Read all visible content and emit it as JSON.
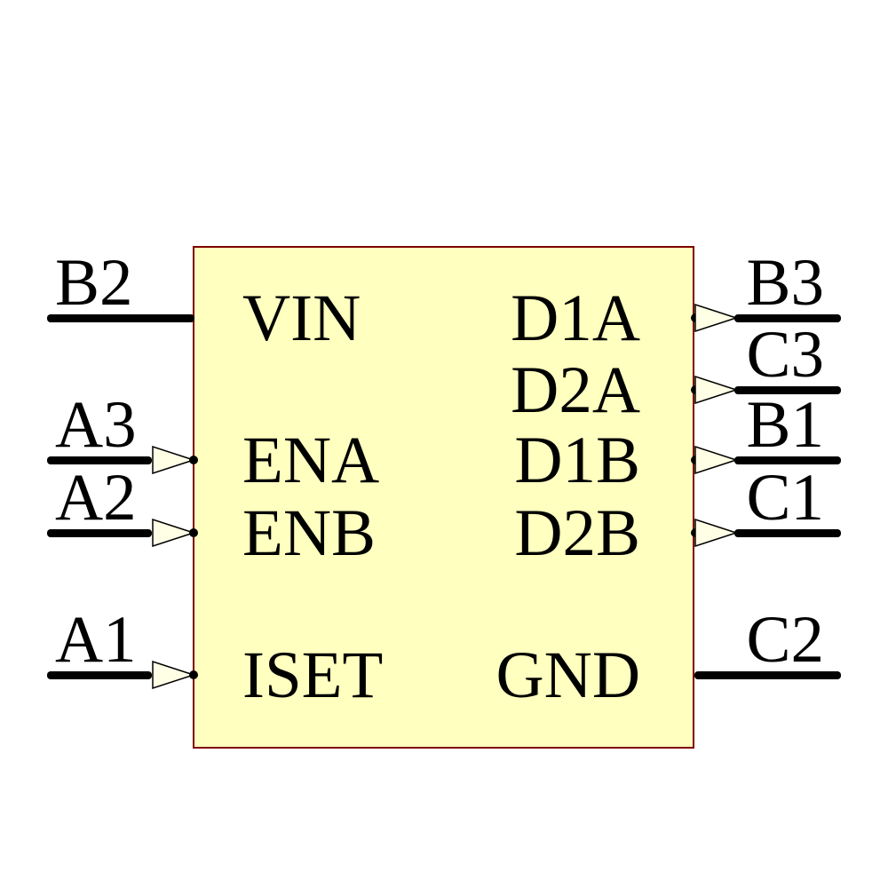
{
  "diagram": {
    "type": "schematic-symbol",
    "canvas_background": "#ffffff",
    "body": {
      "fill": "#FFFFBF",
      "border_color": "#7f0000"
    },
    "pin_color": "#000000",
    "arrow_fill": "#FFFFE6"
  },
  "pins": {
    "left": [
      {
        "designator": "B2",
        "name": "VIN",
        "arrow": false
      },
      {
        "designator": "A3",
        "name": "ENA",
        "arrow": true
      },
      {
        "designator": "A2",
        "name": "ENB",
        "arrow": true
      },
      {
        "designator": "A1",
        "name": "ISET",
        "arrow": true
      }
    ],
    "right": [
      {
        "designator": "B3",
        "name": "D1A",
        "arrow": true
      },
      {
        "designator": "C3",
        "name": "D2A",
        "arrow": true
      },
      {
        "designator": "B1",
        "name": "D1B",
        "arrow": true
      },
      {
        "designator": "C1",
        "name": "D2B",
        "arrow": true
      },
      {
        "designator": "C2",
        "name": "GND",
        "arrow": false
      }
    ]
  }
}
